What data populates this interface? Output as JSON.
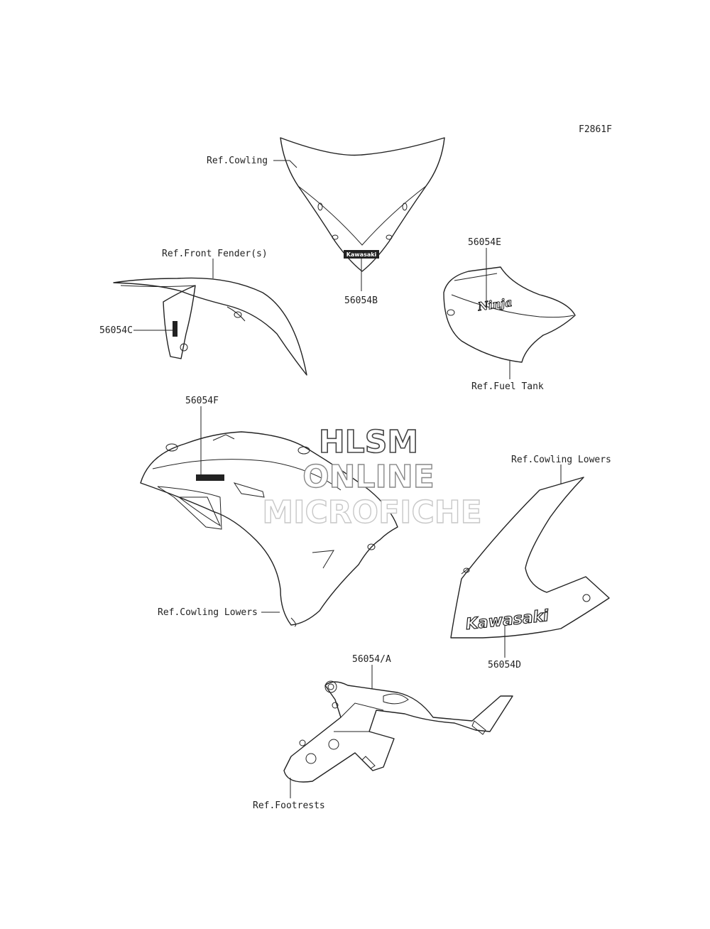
{
  "diagram_code": "F2861F",
  "labels": {
    "ref_cowling": "Ref.Cowling",
    "ref_front_fender": "Ref.Front Fender(s)",
    "part_56054b": "56054B",
    "part_56054e": "56054E",
    "part_56054c": "56054C",
    "ref_fuel_tank": "Ref.Fuel Tank",
    "part_56054f": "56054F",
    "ref_cowling_lowers_right": "Ref.Cowling Lowers",
    "ref_cowling_lowers_left": "Ref.Cowling Lowers",
    "part_56054d": "56054D",
    "part_56054a": "56054/A",
    "ref_footrests": "Ref.Footrests"
  },
  "decals": {
    "windshield_text": "Kawasaki",
    "tank_text": "Ninja",
    "lower_text": "Kawasaki"
  },
  "watermark": {
    "line1": "HLSM",
    "line2": "ONLINE",
    "line3": "MICROFICHE"
  }
}
